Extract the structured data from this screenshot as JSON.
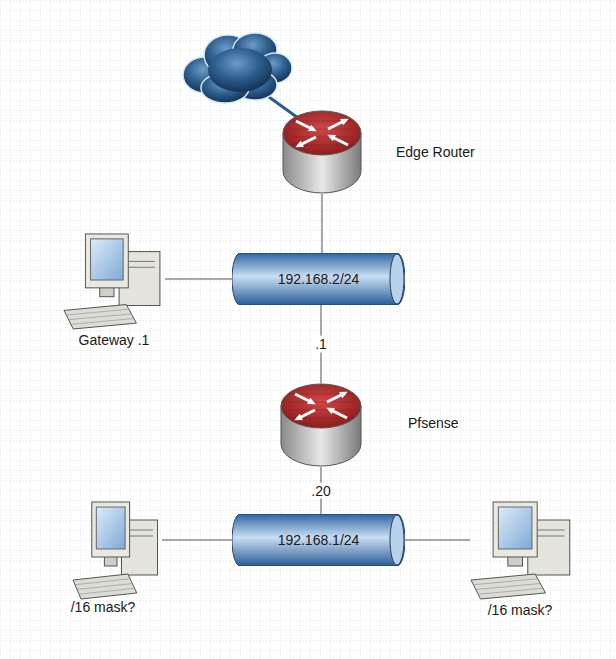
{
  "diagram": {
    "nodes": [
      {
        "text": [
          "Edge Router"
        ]
      },
      {
        "text": [
          "Gateway .1"
        ]
      },
      {
        "text": [
          "192.168.2/24"
        ]
      },
      {
        "text": [
          "Pfsense"
        ]
      },
      {
        "text": [
          "192.168.1/24"
        ]
      },
      {
        "text": [
          "/16 mask?"
        ]
      },
      {
        "text": [
          "/16 mask?"
        ]
      }
    ],
    "edges": [
      {
        "from": 0,
        "to": 2,
        "arrow": "none"
      },
      {
        "from": 1,
        "to": 2,
        "arrow": "none"
      },
      {
        "from": 2,
        "to": 3,
        "label": ".1",
        "arrow": "none"
      },
      {
        "from": 3,
        "to": 4,
        "label": ".20",
        "arrow": "none"
      },
      {
        "from": 5,
        "to": 4,
        "arrow": "none"
      },
      {
        "from": 4,
        "to": 6,
        "arrow": "none"
      }
    ]
  }
}
